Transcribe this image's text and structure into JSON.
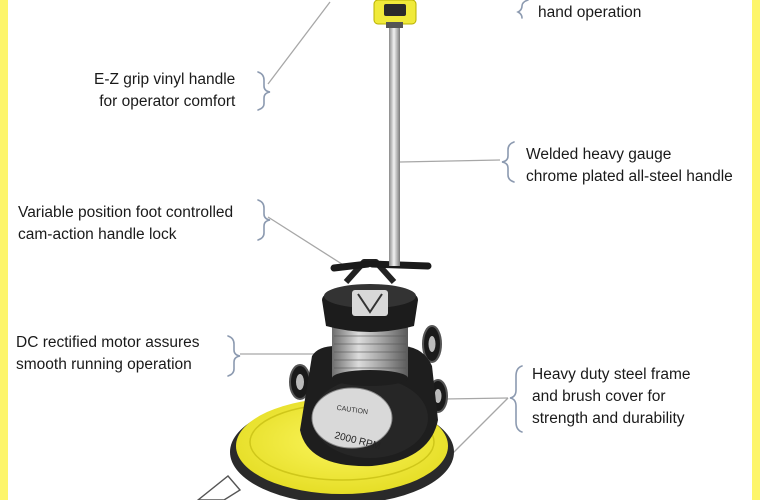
{
  "colors": {
    "border": "#fdf56a",
    "panel": "#ffffff",
    "pad_yellow": "#f0ea3a",
    "body_black": "#1e1e1e",
    "chrome": "#b8b8b8",
    "leader": "#a7a7a7",
    "brace": "#8c9ab0"
  },
  "callouts": [
    {
      "lines": [
        "hand operation"
      ]
    },
    {
      "lines": [
        "E-Z grip vinyl handle",
        "for operator comfort"
      ]
    },
    {
      "lines": [
        "Welded heavy gauge",
        "chrome plated all-steel handle"
      ]
    },
    {
      "lines": [
        "Variable position foot controlled",
        "cam-action handle lock"
      ]
    },
    {
      "lines": [
        "DC rectified motor assures",
        "smooth running operation"
      ]
    },
    {
      "lines": [
        "Heavy duty steel frame",
        "and brush cover for",
        "strength and durability"
      ]
    }
  ],
  "machine": {
    "logo_text": "",
    "caution_text": "CAUTION",
    "rpm_text": "2000 RPM"
  }
}
